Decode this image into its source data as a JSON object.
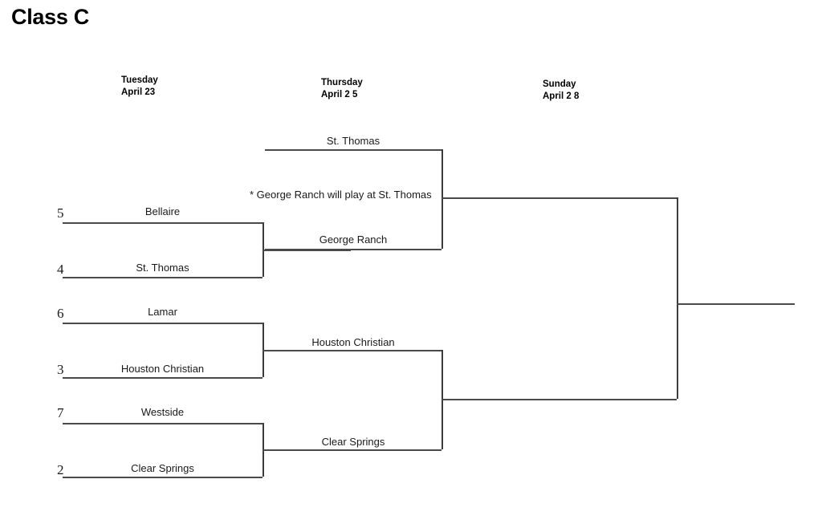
{
  "page": {
    "title": "Class C"
  },
  "rounds": [
    {
      "day": "Tuesday",
      "date": "April 23"
    },
    {
      "day": "Thursday",
      "date": "April 2 5"
    },
    {
      "day": "Sunday",
      "date": "April 2 8"
    }
  ],
  "round1": {
    "matchups": [
      {
        "top": {
          "seed": "5",
          "team": "Bellaire"
        },
        "bottom": {
          "seed": "4",
          "team": "St. Thomas"
        }
      },
      {
        "top": {
          "seed": "6",
          "team": "Lamar"
        },
        "bottom": {
          "seed": "3",
          "team": "Houston Christian"
        }
      },
      {
        "top": {
          "seed": "7",
          "team": "Westside"
        },
        "bottom": {
          "seed": "2",
          "team": "Clear Springs"
        }
      }
    ]
  },
  "round2": {
    "slots": [
      {
        "team": "St. Thomas"
      },
      {
        "team": "George Ranch"
      },
      {
        "team": "Houston Christian"
      },
      {
        "team": "Clear Springs"
      }
    ]
  },
  "round3": {
    "slots": [
      {
        "team": ""
      },
      {
        "team": ""
      }
    ]
  },
  "final": {
    "champion": ""
  },
  "notes": {
    "venue_note": "* George Ranch will play at St. Thomas"
  },
  "style": {
    "line_color": "#4a4a4a",
    "text_color": "#1a1a1a",
    "background": "#ffffff"
  }
}
